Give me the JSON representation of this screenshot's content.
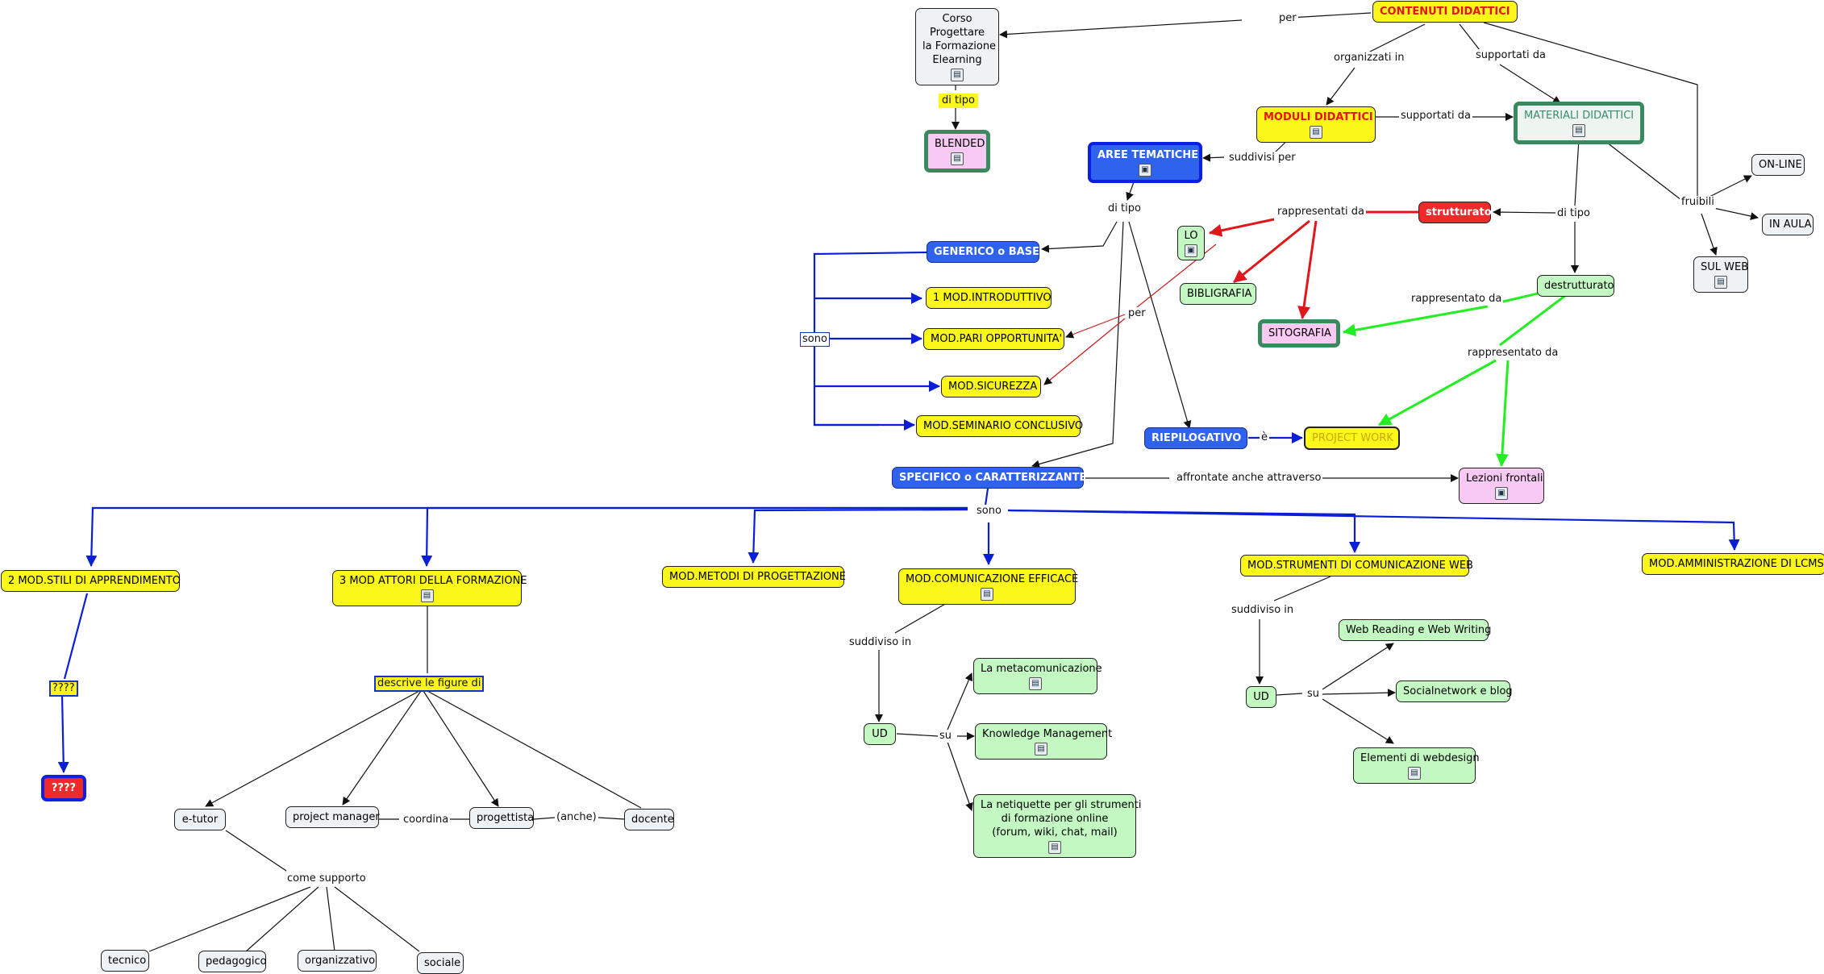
{
  "nodes": {
    "contenuti": "CONTENUTI DIDATTICI",
    "corso_l1": "Corso",
    "corso_l2": "Progettare",
    "corso_l3": "la Formazione",
    "corso_l4": "Elearning",
    "blended": "BLENDED",
    "moduli": "MODULI DIDATTICI",
    "materiali": "MATERIALI DIDATTICI",
    "aree": "AREE TEMATICHE",
    "online": "ON-LINE",
    "inaula": "IN AULA",
    "sulweb": "SUL WEB",
    "strutturato": "strutturato",
    "lo": "LO",
    "bibliografia": "BIBLIGRAFIA",
    "sitografia": "SITOGRAFIA",
    "destrutturato": "destrutturato",
    "generico": "GENERICO o BASE",
    "mod_intro": "1 MOD.INTRODUTTIVO",
    "mod_pari": "MOD.PARI OPPORTUNITA'",
    "mod_sicurezza": "MOD.SICUREZZA",
    "mod_seminario": "MOD.SEMINARIO CONCLUSIVO",
    "riepilogativo": "RIEPILOGATIVO",
    "project_work": "PROJECT WORK",
    "specifico": "SPECIFICO o CARATTERIZZANTE",
    "lezioni": "Lezioni frontali",
    "mod_stili": "2 MOD.STILI DI APPRENDIMENTO",
    "mod_attori": "3 MOD ATTORI DELLA FORMAZIONE",
    "mod_metodi": "MOD.METODI DI PROGETTAZIONE",
    "mod_comunicazione": "MOD.COMUNICAZIONE EFFICACE",
    "mod_strumenti": "MOD.STRUMENTI DI COMUNICAZIONE WEB",
    "mod_amministrazione": "MOD.AMMINISTRAZIONE DI LCMS",
    "qmark_red": "????",
    "etutor": "e-tutor",
    "project_manager": "project manager",
    "progettista": "progettista",
    "docente": "docente",
    "tecnico": "tecnico",
    "pedagogico": "pedagogico",
    "organizzativo": "organizzativo",
    "sociale": "sociale",
    "ud1": "UD",
    "metacom": "La metacomunicazione",
    "knowledge": "Knowledge Management",
    "neti_l1": "La netiquette per gli strumenti",
    "neti_l2": "di formazione online",
    "neti_l3": "(forum, wiki, chat, mail)",
    "ud2": "UD",
    "webreading": "Web Reading e Web Writing",
    "socialnetwork": "Socialnetwork e blog",
    "webdesign": "Elementi di webdesign"
  },
  "links": {
    "per": "per",
    "organizzati_in": "organizzati in",
    "supportati_da_1": "supportati da",
    "supportati_da_2": "supportati da",
    "di_tipo_blended": "di tipo",
    "suddivisi_per": "suddivisi per",
    "fruibili": "fruibili",
    "di_tipo_materiali": "di tipo",
    "rappresentati_da": "rappresentati da",
    "rappresentato_da_1": "rappresentato da",
    "rappresentato_da_2": "rappresentato da",
    "di_tipo_aree": "di tipo",
    "sono_1": "sono",
    "per_2": "per",
    "e": "è",
    "affrontate": "affrontate anche attraverso",
    "sono_2": "sono",
    "qmark": "????",
    "descrive": "descrive le figure di",
    "coordina": "coordina",
    "anche": "(anche)",
    "come_supporto": "come supporto",
    "suddiviso_in_1": "suddiviso in",
    "su_1": "su",
    "suddiviso_in_2": "suddiviso in",
    "su_2": "su"
  },
  "icons": {
    "resource": "resource-icon",
    "image": "image-icon"
  },
  "colors": {
    "yellow": "#fbf71b",
    "blue": "#2f63ee",
    "green": "#c3f8c2",
    "pink": "#f7c9f3",
    "red": "#ee2a2a",
    "link_blue": "#0a1ed8",
    "link_red": "#e0161a",
    "link_green": "#22ee22"
  }
}
